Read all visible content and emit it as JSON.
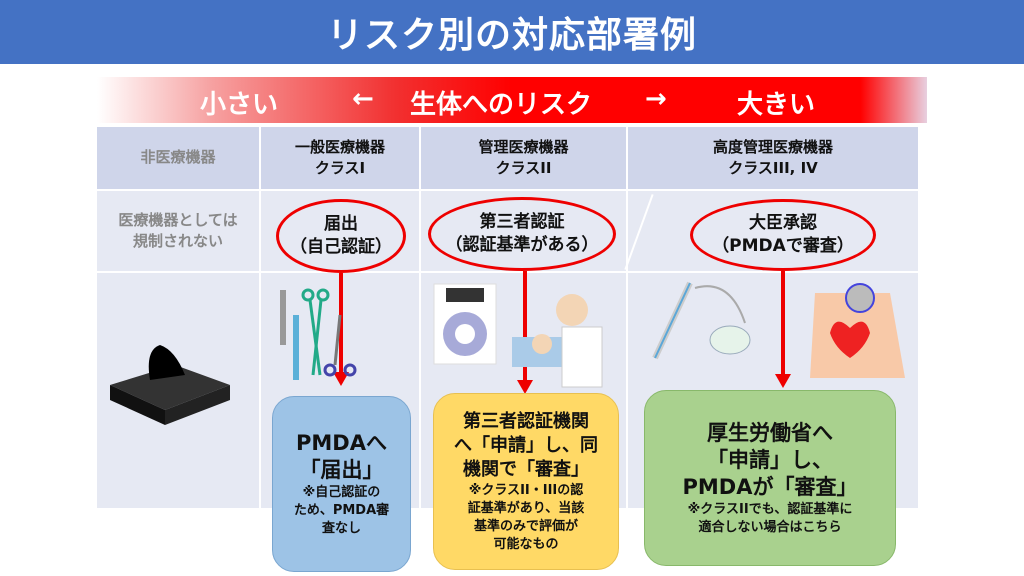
{
  "title": "リスク別の対応部署例",
  "risk_bar": {
    "small": "小さい",
    "left_arrow": "←",
    "label": "生体へのリスク",
    "right_arrow": "→",
    "large": "大きい"
  },
  "columns": [
    {
      "header": "非医療機器",
      "row2": [
        "医療機器としては",
        "規制されない"
      ]
    },
    {
      "header": [
        "一般医療機器",
        "クラスI"
      ],
      "oval": [
        "届出",
        "（自己認証）"
      ]
    },
    {
      "header": [
        "管理医療機器",
        "クラスII"
      ],
      "oval": [
        "第三者認証",
        "（認証基準がある）"
      ]
    },
    {
      "header": [
        "高度管理医療機器",
        "クラスIII, IV"
      ],
      "oval": [
        "大臣承認",
        "（PMDAで審査）"
      ]
    }
  ],
  "boxes": [
    {
      "main": [
        "PMDAへ",
        "「届出」"
      ],
      "note": [
        "※自己認証の",
        "ため、PMDA審",
        "査なし"
      ],
      "color": "#9dc3e6"
    },
    {
      "main": [
        "第三者認証機関",
        "へ「申請」し、同",
        "機関で「審査」"
      ],
      "note": [
        "※クラスII・IIIの認",
        "証基準があり、当該",
        "基準のみで評価が",
        "可能なもの"
      ],
      "color": "#ffd966"
    },
    {
      "main": [
        "厚生労働省へ",
        "「申請」し、",
        "PMDAが「審査」"
      ],
      "note": [
        "※クラスIIでも、認証基準に",
        "適合しない場合はこちら"
      ],
      "color": "#a9d18e"
    }
  ]
}
